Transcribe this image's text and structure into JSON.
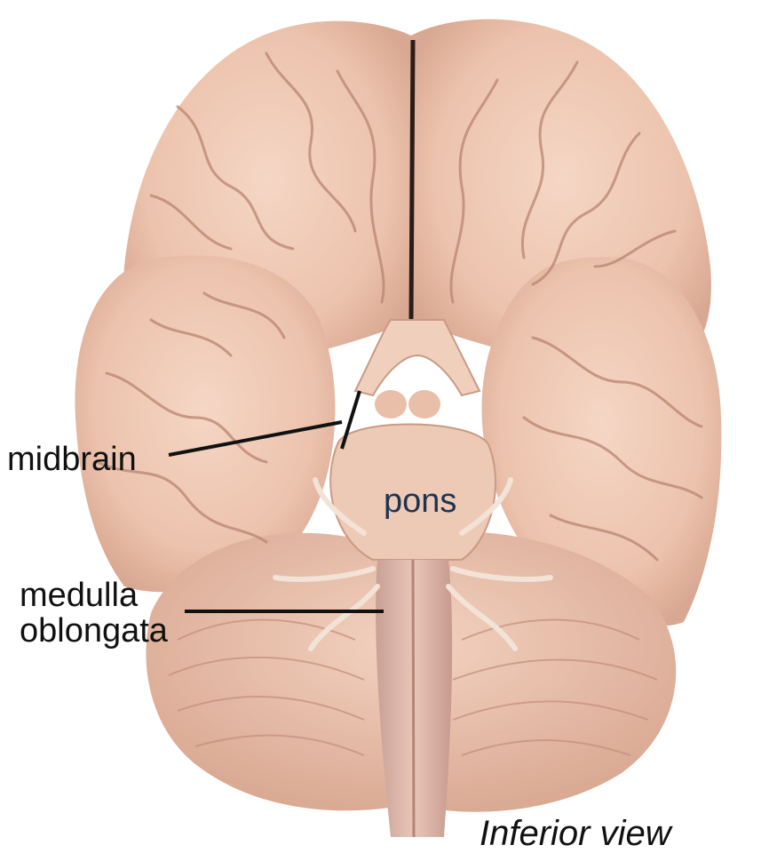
{
  "figure": {
    "view_caption": "Inferior view",
    "labels": {
      "midbrain": "midbrain",
      "pons": "pons",
      "medulla_line1": "medulla",
      "medulla_line2": "oblongata"
    },
    "colors": {
      "background": "#ffffff",
      "tissue": "#edc4ae",
      "tissue_shadow": "#c99a85",
      "tissue_highlight": "#f7ddcf",
      "leader_line": "#111111",
      "pons_label": "#1f3350"
    }
  }
}
